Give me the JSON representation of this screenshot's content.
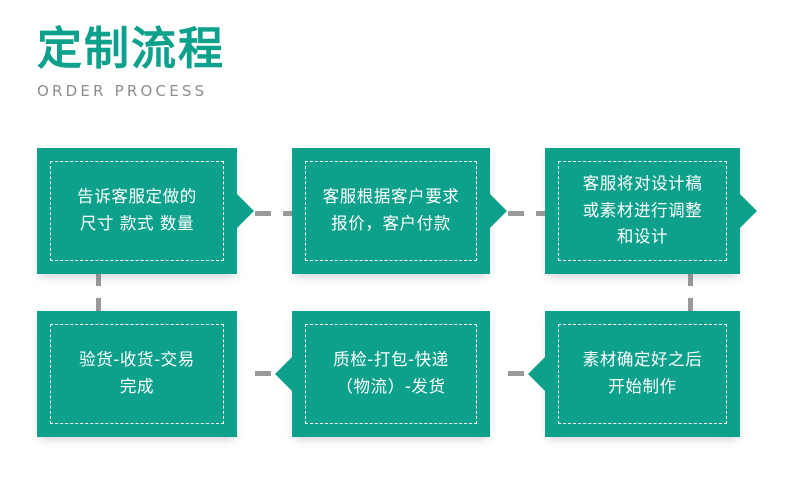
{
  "header": {
    "title": "定制流程",
    "subtitle": "ORDER PROCESS",
    "title_color": "#0da18c",
    "subtitle_color": "#8d8d8d"
  },
  "theme": {
    "box_fill": "#0da18c",
    "box_text": "#ffffff",
    "connector": "#9a9a9a",
    "background": "#ffffff"
  },
  "flow": {
    "steps": [
      {
        "index": 1,
        "text": "告诉客服定做的\n尺寸 款式 数量",
        "row": "top",
        "arrow": "right"
      },
      {
        "index": 2,
        "text": "客服根据客户要求\n报价，客户付款",
        "row": "top",
        "arrow": "right"
      },
      {
        "index": 3,
        "text": "客服将对设计稿\n或素材进行调整\n和设计",
        "row": "top",
        "arrow": "right"
      },
      {
        "index": 4,
        "text": "素材确定好之后\n开始制作",
        "row": "bottom",
        "arrow": "left"
      },
      {
        "index": 5,
        "text": "质检-打包-快递\n（物流）-发货",
        "row": "bottom",
        "arrow": "left"
      },
      {
        "index": 6,
        "text": "验货-收货-交易\n完成",
        "row": "bottom",
        "arrow": "none"
      }
    ]
  }
}
